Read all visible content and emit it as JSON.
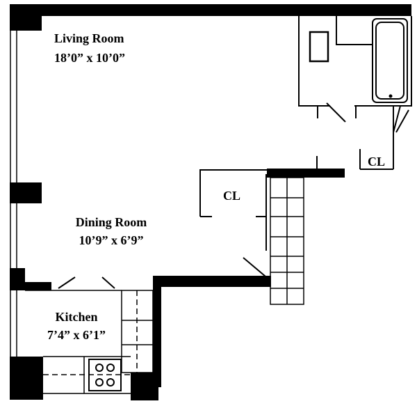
{
  "rooms": {
    "living": {
      "name": "Living Room",
      "dims": "18’0” x 10’0”"
    },
    "dining": {
      "name": "Dining Room",
      "dims": "10’9” x 6’9”"
    },
    "kitchen": {
      "name": "Kitchen",
      "dims": "7’4” x 6’1”"
    }
  },
  "closets": {
    "cl1": "CL",
    "cl2": "CL"
  },
  "colors": {
    "wall": "#000000",
    "background": "#ffffff"
  }
}
